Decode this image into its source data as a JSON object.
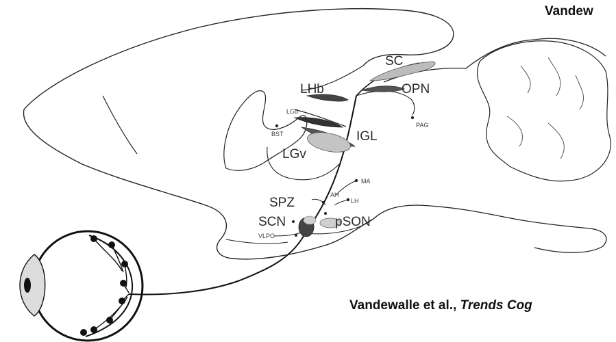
{
  "citation_top": "Vandew",
  "citation_bottom": {
    "authors": "Vandewalle et al., ",
    "journal": "Trends Cog"
  },
  "labels": {
    "SC": "SC",
    "LHb": "LHb",
    "OPN": "OPN",
    "LGd": "LGd",
    "BST": "BST",
    "PAG": "PAG",
    "IGL": "IGL",
    "LGv": "LGv",
    "MA": "MA",
    "AH": "AH",
    "LH": "LH",
    "SPZ": "SPZ",
    "SCN": "SCN",
    "pSON": "pSON",
    "VLPO": "VLPO"
  }
}
